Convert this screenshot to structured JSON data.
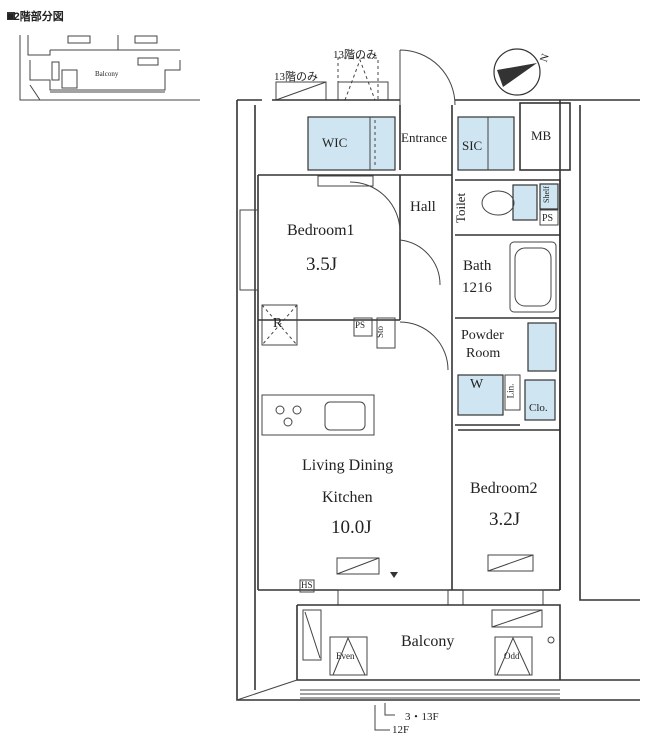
{
  "inset": {
    "title": "■2階部分図",
    "balcony": "Balcony"
  },
  "compass": {
    "north": "N"
  },
  "notes": {
    "floor13_a": "13階のみ",
    "floor13_b": "13階のみ",
    "rail_3_13": "3・13F",
    "rail_12": "12F"
  },
  "rooms": {
    "wic": "WIC",
    "entrance": "Entrance",
    "sic": "SIC",
    "mb": "MB",
    "hall": "Hall",
    "toilet": "Toilet",
    "shelf": "Shelf",
    "ps_toilet": "PS",
    "bedroom1": "Bedroom1",
    "bedroom1_size": "3.5J",
    "r": "R",
    "ps": "PS",
    "sto": "Sto",
    "bath": "Bath",
    "bath_size": "1216",
    "powder1": "Powder",
    "powder2": "Room",
    "w": "W",
    "lin": "Lin.",
    "clo": "Clo.",
    "ldk1": "Living Dining",
    "ldk2": "Kitchen",
    "ldk_size": "10.0J",
    "bedroom2": "Bedroom2",
    "bedroom2_size": "3.2J",
    "hs": "HS",
    "balcony": "Balcony",
    "even": "Even",
    "odd": "Odd"
  }
}
